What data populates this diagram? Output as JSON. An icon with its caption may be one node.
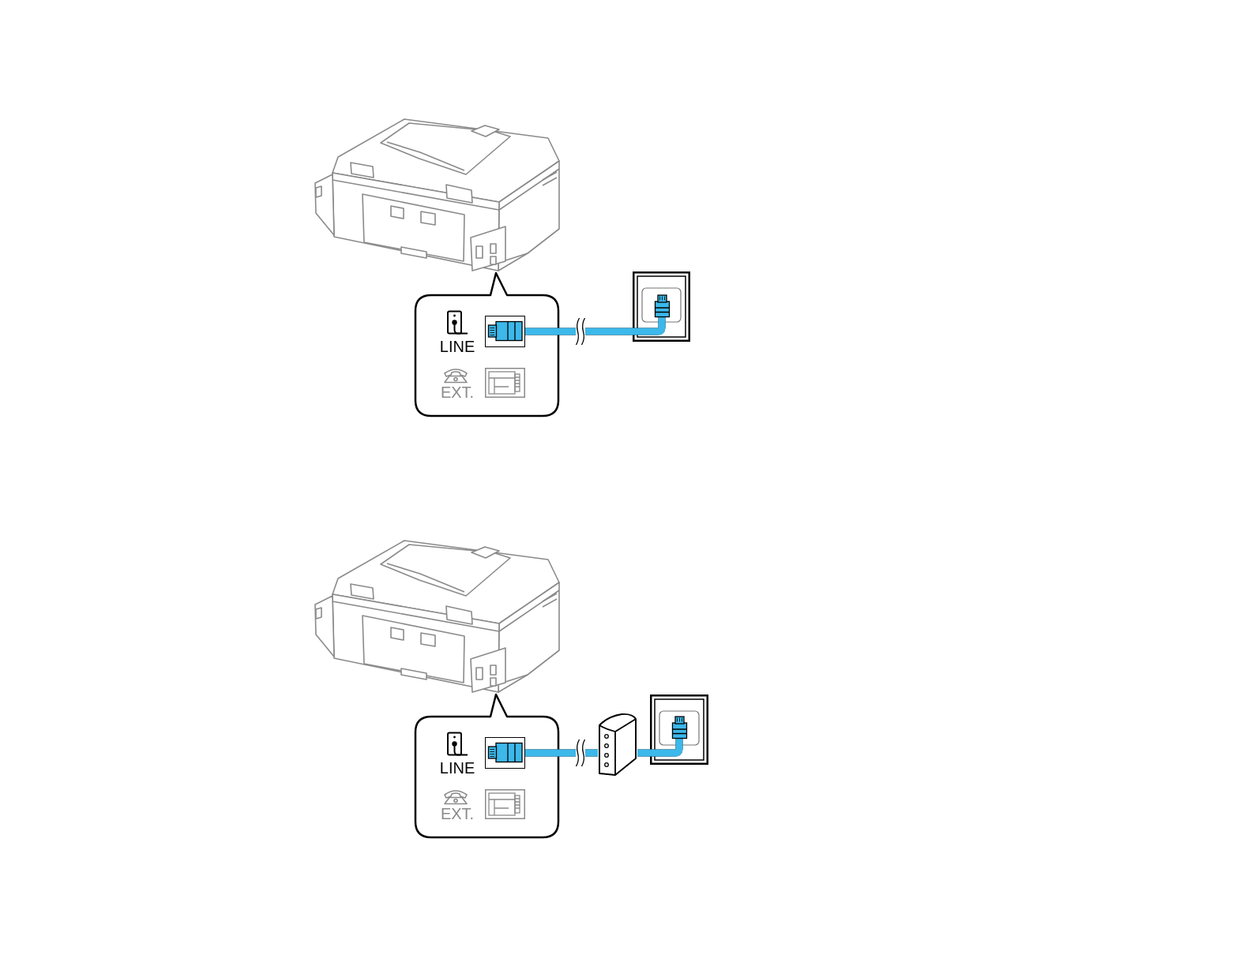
{
  "diagram": {
    "nodes": [
      {
        "text": [
          "LINE",
          "EXT."
        ]
      },
      {
        "text": [],
        "shape": "box"
      },
      {
        "text": [
          "LINE",
          "EXT."
        ]
      },
      {
        "text": [],
        "shape": "box"
      },
      {
        "text": [],
        "shape": "box"
      }
    ],
    "edges": [
      {
        "from": 0,
        "to": 1,
        "arrow": "none"
      },
      {
        "from": 2,
        "to": 3,
        "arrow": "none"
      },
      {
        "from": 3,
        "to": 4,
        "arrow": "none"
      }
    ]
  }
}
